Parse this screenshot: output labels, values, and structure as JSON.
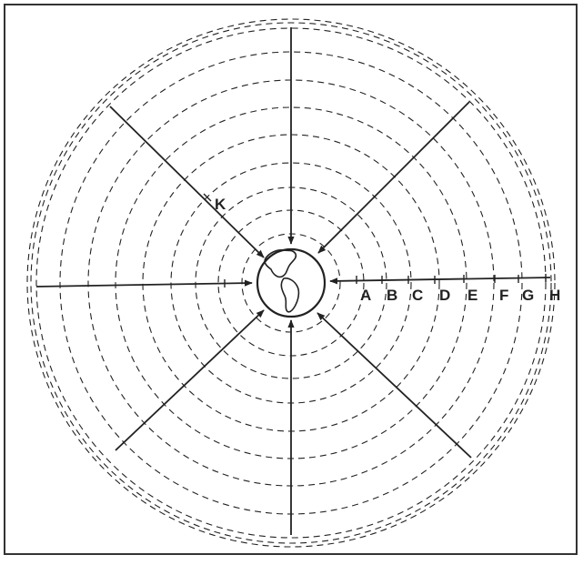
{
  "diagram": {
    "ring_labels": [
      "A",
      "B",
      "C",
      "D",
      "E",
      "F",
      "G",
      "H"
    ],
    "ray_label": "K",
    "ring_count": 11,
    "ray_count": 8,
    "center_symbol": "earth-globe",
    "colors": {
      "ink": "#222222",
      "frame": "#333333",
      "background": "#ffffff"
    }
  }
}
